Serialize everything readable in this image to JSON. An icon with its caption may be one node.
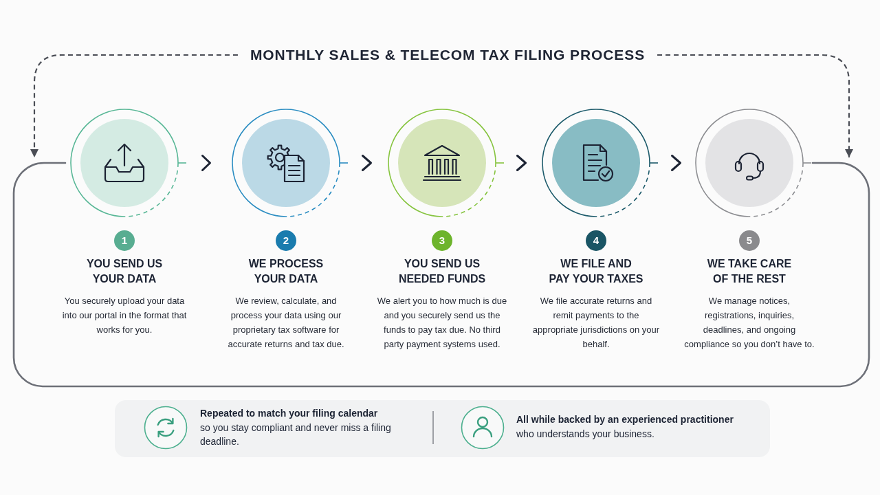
{
  "diagram": {
    "title": "MONTHLY SALES & TELECOM TAX FILING PROCESS",
    "nodes": [
      {
        "text": [
          "1",
          "YOU SEND US YOUR DATA",
          "You securely upload your data into our portal in the format that works for you."
        ]
      },
      {
        "text": [
          "2",
          "WE PROCESS YOUR DATA",
          "We review, calculate, and process your data using our proprietary tax software for accurate returns and tax due."
        ]
      },
      {
        "text": [
          "3",
          "YOU SEND US NEEDED FUNDS",
          "We alert you to how much is due and you securely send us the funds to pay tax due. No third party payment systems used."
        ]
      },
      {
        "text": [
          "4",
          "WE FILE AND PAY YOUR TAXES",
          "We file accurate returns and remit payments to the appropriate jurisdictions on your behalf."
        ]
      },
      {
        "text": [
          "5",
          "WE TAKE CARE OF THE REST",
          "We manage notices, registrations, inquiries, deadlines, and ongoing compliance so you don’t have to."
        ]
      },
      {
        "text": [],
        "shape": "box"
      },
      {
        "text": [
          "**Repeated to match your filing calendar** so you stay compliant and never miss a filing deadline.",
          "**All while backed by an experienced practitioner** who understands your business."
        ]
      }
    ],
    "edges": [
      {
        "from": 0,
        "to": 1,
        "arrow": "to"
      },
      {
        "from": 1,
        "to": 2,
        "arrow": "to"
      },
      {
        "from": 2,
        "to": 3,
        "arrow": "to"
      },
      {
        "from": 3,
        "to": 4,
        "arrow": "to"
      },
      {
        "from": null,
        "to": 5,
        "arrow": "to",
        "style": "dashed"
      },
      {
        "from": null,
        "to": 5,
        "arrow": "to",
        "style": "dashed"
      }
    ]
  }
}
